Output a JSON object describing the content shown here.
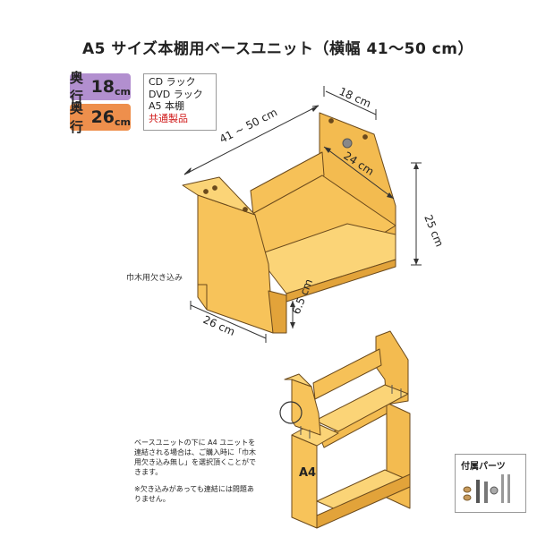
{
  "title": "A5 サイズ本棚用ベースユニット（横幅 41～50 cm）",
  "badges": [
    {
      "prefix": "奥行",
      "num": "18",
      "unit": "cm",
      "color": "#b28fcf"
    },
    {
      "prefix": "奥行",
      "num": "26",
      "unit": "cm",
      "color": "#ee8f4c"
    }
  ],
  "compat": [
    "CD ラック",
    "DVD ラック",
    "A5 本棚"
  ],
  "compat_note": "共通製品",
  "dimensions": {
    "width": "41 ~ 50 cm",
    "depth_top": "18 cm",
    "inner_depth": "24 cm",
    "height": "25 cm",
    "base_height": "6.5 cm",
    "depth_bottom": "26 cm"
  },
  "notch_label": "巾木用欠き込み",
  "bottom_unit_label": "A4",
  "note1": [
    "ベースユニットの下に A4 ユニットを",
    "連結される場合は、ご購入時に「巾木",
    "用欠き込み無し」を選択頂くことがで",
    "きます。"
  ],
  "note2": [
    "※欠き込みがあっても連結には問題あ",
    "りません。"
  ],
  "parts_label": "付属パーツ",
  "colors": {
    "wood": "#f7c35a",
    "wood_dark": "#e2a33a",
    "wood_light": "#fbd477",
    "badge_purple": "#b28fcf",
    "badge_orange": "#ee8f4c",
    "note_red": "#d01818"
  }
}
